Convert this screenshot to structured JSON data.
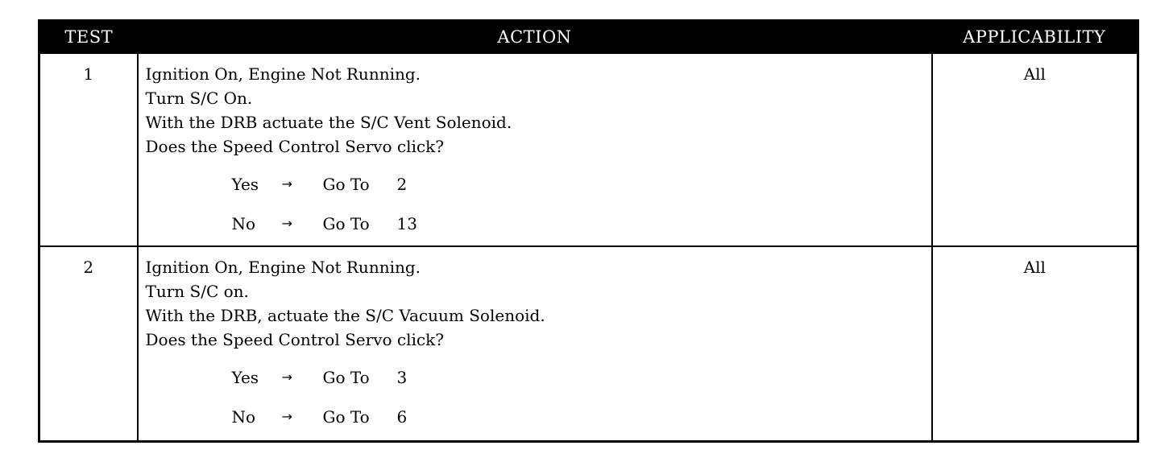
{
  "headers": {
    "test": "TEST",
    "action": "ACTION",
    "applicability": "APPLICABILITY"
  },
  "rows": [
    {
      "test": "1",
      "lines": [
        "Ignition On, Engine Not Running.",
        "Turn S/C On.",
        "With the DRB actuate the S/C Vent Solenoid.",
        "Does the Speed Control Servo click?"
      ],
      "branches": [
        {
          "answer": "Yes",
          "arrow": "→",
          "goto": "Go To",
          "target": "2"
        },
        {
          "answer": "No",
          "arrow": "→",
          "goto": "Go To",
          "target": "13"
        }
      ],
      "applicability": "All"
    },
    {
      "test": "2",
      "lines": [
        "Ignition On, Engine Not Running.",
        "Turn S/C on.",
        "With the DRB, actuate the S/C Vacuum Solenoid.",
        "Does the Speed Control Servo click?"
      ],
      "branches": [
        {
          "answer": "Yes",
          "arrow": "→",
          "goto": "Go To",
          "target": "3"
        },
        {
          "answer": "No",
          "arrow": "→",
          "goto": "Go To",
          "target": "6"
        }
      ],
      "applicability": "All"
    }
  ]
}
